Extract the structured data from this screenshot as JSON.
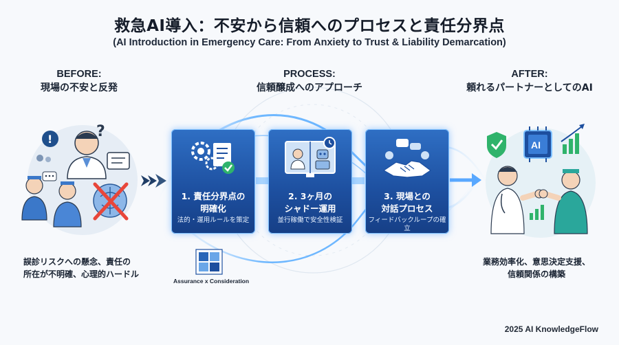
{
  "header": {
    "title": "救急AI導入：不安から信頼へのプロセスと責任分界点",
    "subtitle": "(AI Introduction in Emergency Care: From Anxiety to Trust & Liability Demarcation)"
  },
  "before": {
    "heading": "BEFORE:",
    "subheading": "現場の不安と反発",
    "description_line1": "誤診リスクへの懸念、責任の",
    "description_line2": "所在が不明確、心理的ハードル"
  },
  "process": {
    "heading": "PROCESS:",
    "subheading": "信頼醸成へのアプローチ",
    "steps": [
      {
        "title_line1": "1. 責任分界点の",
        "title_line2": "明確化",
        "detail": "法的・運用ルールを策定",
        "icon": "gear-document-check-icon"
      },
      {
        "title_line1": "2. 3ヶ月の",
        "title_line2": "シャドー運用",
        "detail": "並行稼働で安全性検証",
        "icon": "doctor-robot-monitor-icon"
      },
      {
        "title_line1": "3. 現場との",
        "title_line2": "対話プロセス",
        "detail": "フィードバックループの確立",
        "icon": "handshake-chat-icon"
      }
    ],
    "assurance_label": "Assurance x Consideration"
  },
  "after": {
    "heading": "AFTER:",
    "subheading": "頼れるパートナーとしてのAI",
    "description_line1": "業務効率化、意思決定支援、",
    "description_line2": "信頼関係の構築"
  },
  "footer": {
    "credit": "2025 AI KnowledgeFlow"
  },
  "colors": {
    "card": "#1d4f9f",
    "glow": "#7cc0ff",
    "cross": "#e8463a",
    "shield": "#2fb36b"
  }
}
